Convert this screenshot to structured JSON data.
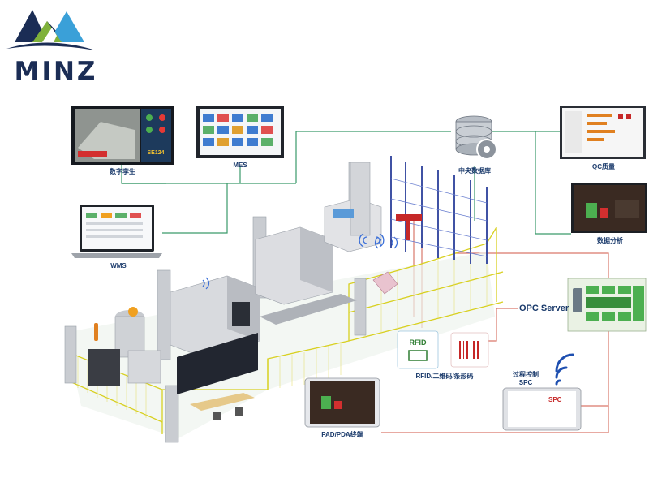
{
  "brand": {
    "name": "MINZ"
  },
  "labels": {
    "digital_twin": "数字孪生",
    "mes": "MES",
    "wms": "WMS",
    "central_db": "中央数据库",
    "qc": "QC质量",
    "data_analysis": "数据分析",
    "opc_server": "OPC Server",
    "rfid": "RFID/二维码/条形码",
    "spc_line1": "过程控制",
    "spc_line2": "SPC",
    "pad_pda": "PAD/PDA终端"
  },
  "screens": {
    "digital_twin_value": "SE124",
    "rfid_badge": "RFID",
    "spc_badge": "SPC"
  },
  "colors": {
    "line_green": "#3a9a6a",
    "line_red": "#d9786a",
    "fence_yellow": "#d8d020",
    "rack_blue": "#2b3f9a",
    "logo_navy": "#1b2d55",
    "logo_green": "#7fb13a",
    "logo_blue": "#3aa0d8"
  }
}
